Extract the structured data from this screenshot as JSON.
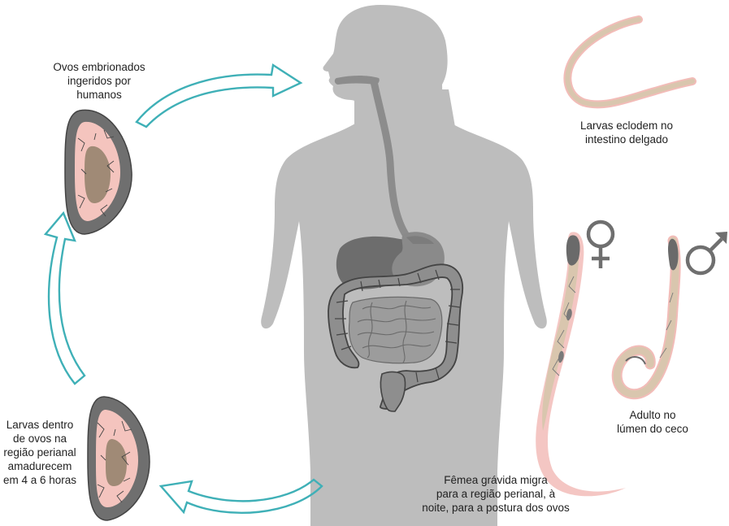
{
  "colors": {
    "arrow_stroke": "#3fb0b7",
    "body_fill": "#bdbdbd",
    "organ_dark": "#6d6d6d",
    "intestine_fill": "#8e8e8e",
    "egg_shell": "#6f6f6f",
    "egg_inner": "#f4c4be",
    "egg_embryo": "#a08a76",
    "worm_body": "#d9c6ae",
    "worm_outline": "#f2bcb8",
    "sex_symbol": "#6f6f6f"
  },
  "icons": {
    "female": "female-symbol-icon",
    "male": "male-symbol-icon"
  },
  "labels": {
    "eggs_ingested": [
      "Ovos embrionados",
      "ingeridos por",
      "humanos"
    ],
    "larvae_hatch": [
      "Larvas eclodem no",
      "intestino delgado"
    ],
    "adult_cecum": [
      "Adulto no",
      "lúmen do ceco"
    ],
    "female_migrates": [
      "Fêmea grávida migra",
      "para a região perianal, à",
      "noite, para a postura dos ovos"
    ],
    "larvae_mature": [
      "Larvas dentro",
      "de ovos na",
      "região perianal",
      "amadurecem",
      "em 4 a 6 horas"
    ]
  }
}
